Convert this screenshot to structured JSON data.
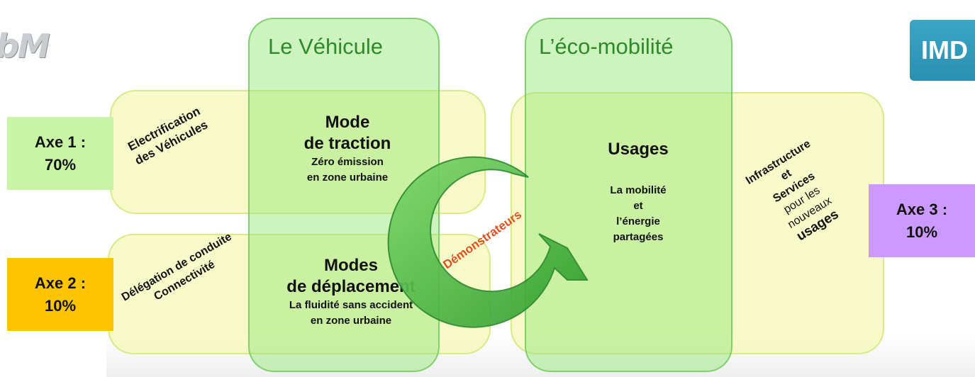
{
  "logos": {
    "left_text": "bM",
    "right_text": "IMD"
  },
  "columns": {
    "vehicule_title": "Le Véhicule",
    "eco_title": "L’éco-mobilité"
  },
  "axes": [
    {
      "label": "Axe 1 :",
      "value": "70%",
      "color": "#c9f4a6"
    },
    {
      "label": "Axe 2 :",
      "value": "10%",
      "color": "#ffc400"
    },
    {
      "label": "Axe 3 :",
      "value": "10%",
      "color": "#cc99ff"
    }
  ],
  "rows": {
    "row1_label": [
      "Electrification",
      "des Véhicules"
    ],
    "row2_label": [
      "Délégation de conduite",
      "Connectivité"
    ],
    "row3_label": [
      "Infrastructure",
      "et",
      "Services",
      "pour les",
      "nouveaux",
      "usages"
    ]
  },
  "cells": {
    "traction": {
      "title_1": "Mode",
      "title_2": "de traction",
      "sub_1": "Zéro émission",
      "sub_2": "en zone urbaine"
    },
    "deplacement": {
      "title_1": "Modes",
      "title_2": "de déplacement",
      "sub_1": "La fluidité sans accident",
      "sub_2": "en zone urbaine"
    },
    "usages": {
      "title": "Usages",
      "sub_1": "La mobilité",
      "sub_2": "et",
      "sub_3": "l’énergie",
      "sub_4": "partagées"
    }
  },
  "cycle": {
    "label": "Démonstrateurs",
    "color": "#3ca83a",
    "label_color": "#e0501e"
  }
}
